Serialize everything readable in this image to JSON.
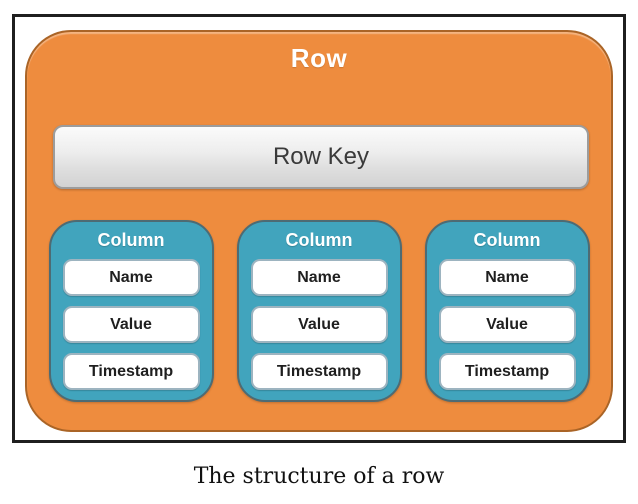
{
  "diagram": {
    "row_label": "Row",
    "row_key_label": "Row Key",
    "columns": [
      {
        "label": "Column",
        "fields": [
          "Name",
          "Value",
          "Timestamp"
        ]
      },
      {
        "label": "Column",
        "fields": [
          "Name",
          "Value",
          "Timestamp"
        ]
      },
      {
        "label": "Column",
        "fields": [
          "Name",
          "Value",
          "Timestamp"
        ]
      }
    ],
    "caption": "The structure of a row"
  },
  "colors": {
    "row_fill": "#ee8c3e",
    "row_border": "#aa6426",
    "column_fill": "#41a4bd",
    "column_border": "#4d6b74",
    "field_fill": "#ffffff",
    "field_border": "#9db4c0",
    "row_key_fill_top": "#fbfbfb",
    "row_key_fill_bottom": "#d2d2d2",
    "row_key_border": "#9c9c9c",
    "frame_border": "#1f1f1f",
    "title_text": "#ffffff",
    "field_text": "#1f1f1f",
    "caption_text": "#111111"
  }
}
